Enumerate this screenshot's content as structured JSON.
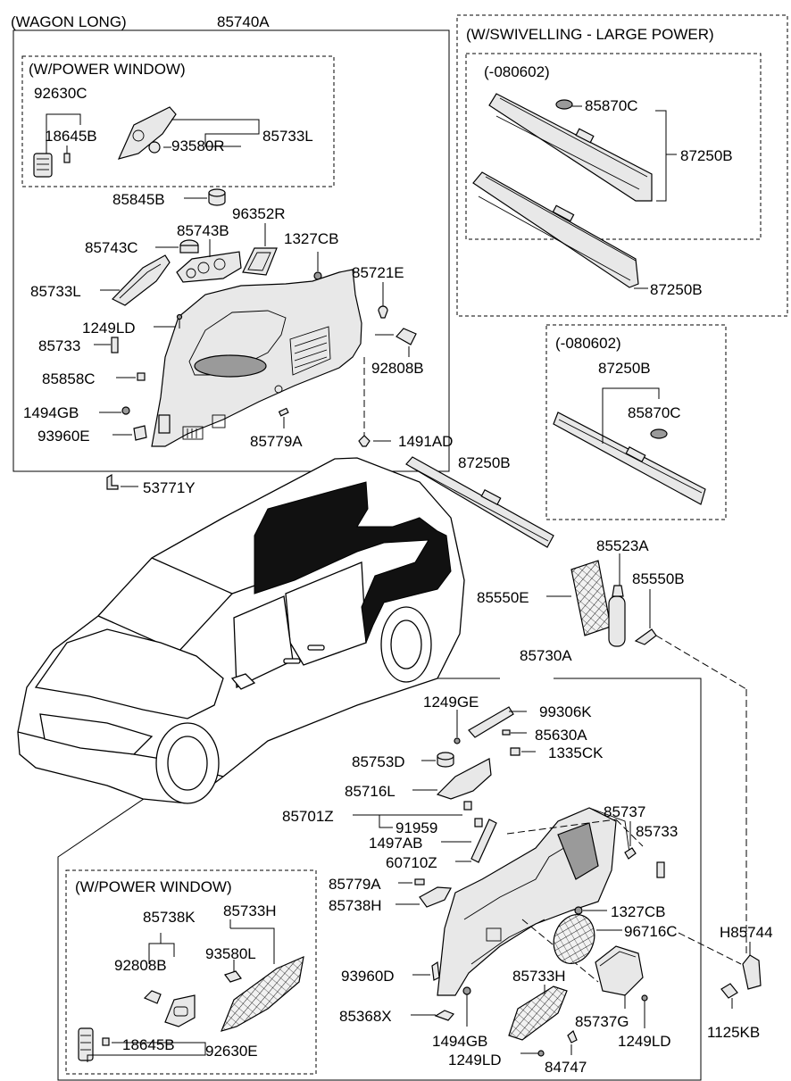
{
  "headings": {
    "wagon_long": "(WAGON LONG)",
    "swivelling": "(W/SWIVELLING - LARGE POWER)",
    "power_window_top": "(W/POWER WINDOW)",
    "power_window_bottom": "(W/POWER WINDOW)",
    "date_top": "(-080602)",
    "date_mid": "(-080602)"
  },
  "labels": {
    "p85740A": "85740A",
    "p92630C": "92630C",
    "p18645B_top": "18645B",
    "p93580R": "93580R",
    "p85733L_top": "85733L",
    "p85845B": "85845B",
    "p96352R": "96352R",
    "p85743B": "85743B",
    "p85743C": "85743C",
    "p1327CB_top": "1327CB",
    "p85733L": "85733L",
    "p85721E": "85721E",
    "p1249LD_top": "1249LD",
    "p85733_left": "85733",
    "p92808B_top": "92808B",
    "p85858C": "85858C",
    "p1494GB_top": "1494GB",
    "p93960E": "93960E",
    "p85779A_top": "85779A",
    "p1491AD": "1491AD",
    "p53771Y": "53771Y",
    "p85870C_top": "85870C",
    "p87250B_r1": "87250B",
    "p87250B_r2": "87250B",
    "p87250B_mid": "87250B",
    "p85870C_mid": "85870C",
    "p87250B_car": "87250B",
    "p85523A": "85523A",
    "p85550E": "85550E",
    "p85550B": "85550B",
    "p85730A": "85730A",
    "p1249GE": "1249GE",
    "p99306K": "99306K",
    "p85630A": "85630A",
    "p1335CK": "1335CK",
    "p85753D": "85753D",
    "p85716L": "85716L",
    "p85701Z": "85701Z",
    "p91959": "91959",
    "p1497AB": "1497AB",
    "p60710Z": "60710Z",
    "p85737": "85737",
    "p85733_right": "85733",
    "p85779A_bot": "85779A",
    "p85738H": "85738H",
    "p1327CB_bot": "1327CB",
    "p96716C": "96716C",
    "pH85744": "H85744",
    "p93960D": "93960D",
    "p85733H_mid": "85733H",
    "p85368X": "85368X",
    "p85737G": "85737G",
    "p1494GB_bot": "1494GB",
    "p1249LD_bot": "1249LD",
    "p1249LD_bot2": "1249LD",
    "p84747": "84747",
    "p1125KB": "1125KB",
    "p85738K": "85738K",
    "p85733H_box": "85733H",
    "p92808B_box": "92808B",
    "p93580L": "93580L",
    "p18645B_box": "18645B",
    "p92630E": "92630E"
  }
}
